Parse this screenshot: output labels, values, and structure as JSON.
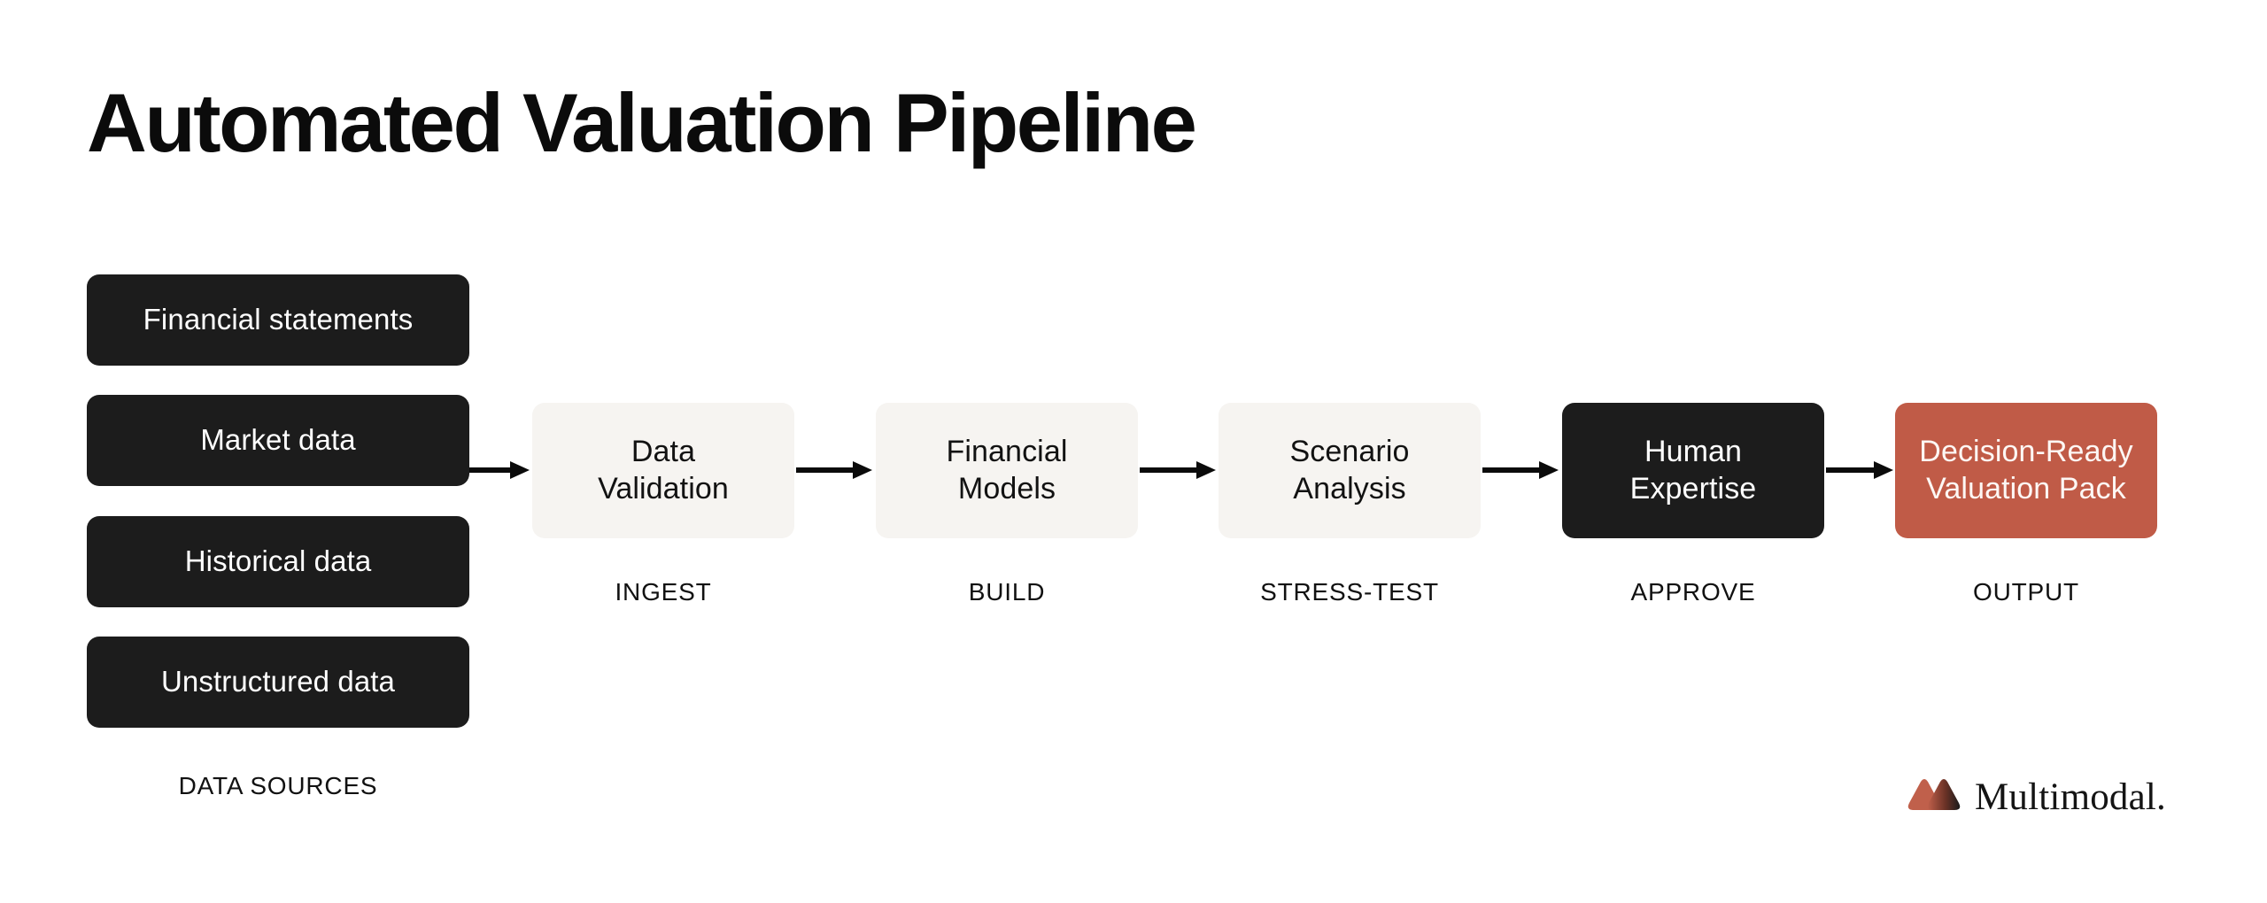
{
  "title": "Automated Valuation Pipeline",
  "colors": {
    "background": "#ffffff",
    "dark_box": "#1c1c1c",
    "light_box": "#f6f4f1",
    "accent": "#c05b47",
    "text_dark": "#111111",
    "text_light": "#ffffff"
  },
  "data_sources": {
    "caption": "DATA SOURCES",
    "items": [
      {
        "label": "Financial statements"
      },
      {
        "label": "Market data"
      },
      {
        "label": "Historical data"
      },
      {
        "label": "Unstructured data"
      }
    ]
  },
  "pipeline": {
    "stages": [
      {
        "label": "Data\nValidation",
        "line1": "Data",
        "line2": "Validation",
        "caption": "INGEST",
        "style": "light"
      },
      {
        "label": "Financial\nModels",
        "line1": "Financial",
        "line2": "Models",
        "caption": "BUILD",
        "style": "light"
      },
      {
        "label": "Scenario\nAnalysis",
        "line1": "Scenario",
        "line2": "Analysis",
        "caption": "STRESS-TEST",
        "style": "light"
      },
      {
        "label": "Human\nExpertise",
        "line1": "Human",
        "line2": "Expertise",
        "caption": "APPROVE",
        "style": "dark"
      },
      {
        "label": "Decision-Ready\nValuation Pack",
        "line1": "Decision-Ready",
        "line2": "Valuation Pack",
        "caption": "OUTPUT",
        "style": "accent"
      }
    ]
  },
  "footer": {
    "brand": "Multimodal.",
    "logo_colors": {
      "left": "#c0604b",
      "right": "#1b1b1b"
    }
  }
}
